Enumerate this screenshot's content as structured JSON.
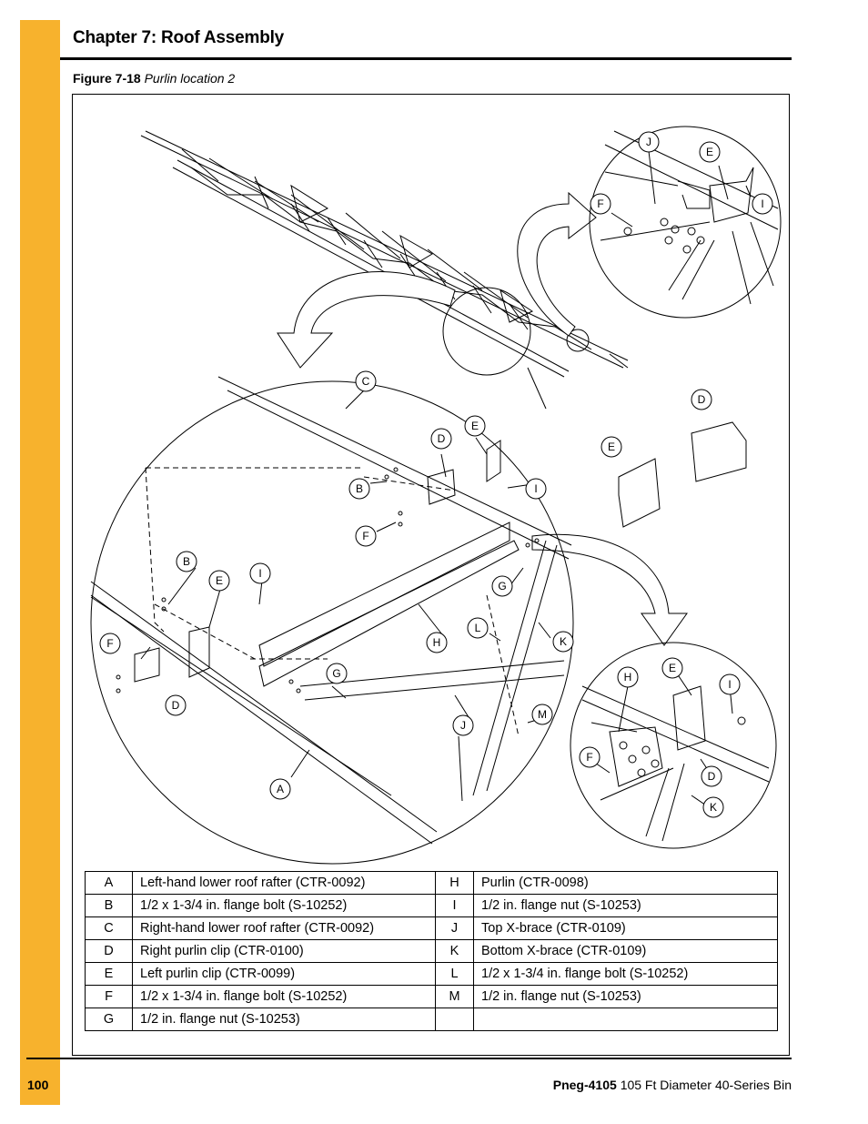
{
  "header": {
    "chapter_title": "Chapter 7: Roof Assembly"
  },
  "figure": {
    "number": "Figure 7-18",
    "title": "Purlin location 2"
  },
  "callout_labels": {
    "top_detail": [
      "J",
      "E",
      "F",
      "I"
    ],
    "main_detail": [
      "C",
      "D",
      "E",
      "B",
      "I",
      "F",
      "B",
      "E",
      "I",
      "G",
      "L",
      "H",
      "K",
      "F",
      "G",
      "D",
      "J",
      "M",
      "A"
    ],
    "loose_parts": [
      "D",
      "E"
    ],
    "lower_detail": [
      "E",
      "H",
      "I",
      "F",
      "D",
      "K"
    ]
  },
  "parts_table": [
    {
      "key": "A",
      "desc": "Left-hand lower roof rafter (CTR-0092)",
      "key2": "H",
      "desc2": "Purlin (CTR-0098)"
    },
    {
      "key": "B",
      "desc": "1/2 x 1-3/4 in. flange bolt (S-10252)",
      "key2": "I",
      "desc2": "1/2 in. flange nut (S-10253)"
    },
    {
      "key": "C",
      "desc": "Right-hand lower roof rafter (CTR-0092)",
      "key2": "J",
      "desc2": "Top X-brace (CTR-0109)"
    },
    {
      "key": "D",
      "desc": "Right purlin clip (CTR-0100)",
      "key2": "K",
      "desc2": "Bottom X-brace (CTR-0109)"
    },
    {
      "key": "E",
      "desc": "Left purlin clip (CTR-0099)",
      "key2": "L",
      "desc2": "1/2 x 1-3/4 in. flange bolt (S-10252)"
    },
    {
      "key": "F",
      "desc": "1/2 x 1-3/4 in. flange bolt (S-10252)",
      "key2": "M",
      "desc2": "1/2 in. flange nut (S-10253)"
    },
    {
      "key": "G",
      "desc": "1/2 in. flange nut (S-10253)",
      "key2": "",
      "desc2": ""
    }
  ],
  "footer": {
    "page_number": "100",
    "doc_number": "Pneg-4105",
    "doc_title": "105 Ft Diameter 40-Series Bin"
  },
  "colors": {
    "accent_tab": "#f7b22d",
    "line": "#000000"
  }
}
